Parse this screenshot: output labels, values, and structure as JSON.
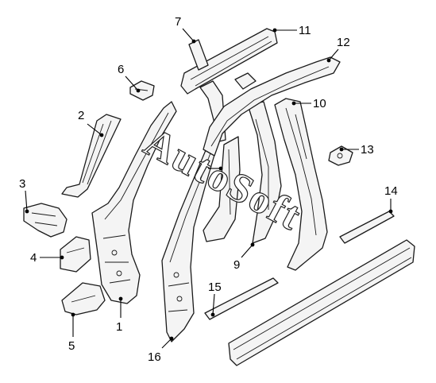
{
  "watermark": {
    "text": "AutoSoft"
  },
  "callouts": [
    {
      "id": "c1",
      "label": "1"
    },
    {
      "id": "c2",
      "label": "2"
    },
    {
      "id": "c3",
      "label": "3"
    },
    {
      "id": "c4",
      "label": "4"
    },
    {
      "id": "c5",
      "label": "5"
    },
    {
      "id": "c6",
      "label": "6"
    },
    {
      "id": "c7",
      "label": "7"
    },
    {
      "id": "c9",
      "label": "9"
    },
    {
      "id": "c10",
      "label": "10"
    },
    {
      "id": "c11",
      "label": "11"
    },
    {
      "id": "c12",
      "label": "12"
    },
    {
      "id": "c13",
      "label": "13"
    },
    {
      "id": "c14",
      "label": "14"
    },
    {
      "id": "c15",
      "label": "15"
    },
    {
      "id": "c16",
      "label": "16"
    }
  ]
}
